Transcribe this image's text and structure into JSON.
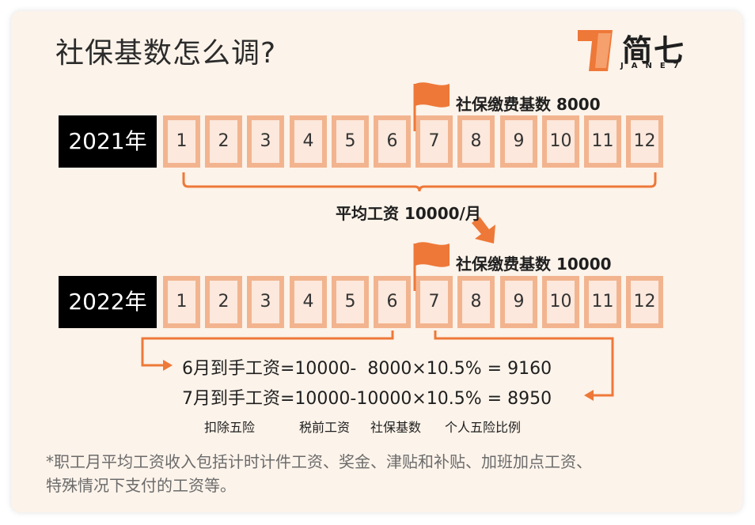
{
  "title": "社保基数怎么调?",
  "logo": {
    "text": "简七",
    "sub": "JANE7"
  },
  "rows": [
    {
      "year": "2021年",
      "months": [
        "1",
        "2",
        "3",
        "4",
        "5",
        "6",
        "7",
        "8",
        "9",
        "10",
        "11",
        "12"
      ],
      "flag_label": "社保缴费基数 8000"
    },
    {
      "year": "2022年",
      "months": [
        "1",
        "2",
        "3",
        "4",
        "5",
        "6",
        "7",
        "8",
        "9",
        "10",
        "11",
        "12"
      ],
      "flag_label": "社保缴费基数 10000"
    }
  ],
  "average_label": "平均工资 10000/月",
  "formulas": {
    "june": "6月到手工资=10000-  8000×10.5% = 9160",
    "july": "7月到手工资=10000-10000×10.5% = 8950"
  },
  "sub_labels": [
    "扣除五险",
    "税前工资",
    "社保基数",
    "个人五险比例"
  ],
  "footnote": [
    "*职工月平均工资收入包括计时计件工资、奖金、津贴和补贴、加班加点工资、",
    "特殊情况下支付的工资等。"
  ],
  "colors": {
    "accent": "#ee7838",
    "cell_border": "#f2b48f",
    "cell_fill": "#fce8dc",
    "card": "#fcf3ea"
  }
}
